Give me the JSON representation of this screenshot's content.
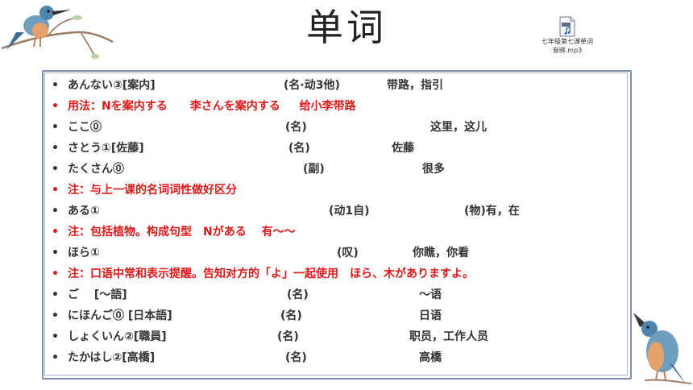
{
  "title": "单词",
  "audio_file": {
    "icon": "mp3-file-icon",
    "line1": "七年级第七课单词",
    "line2": "音频.mp3"
  },
  "bullet": "•",
  "rows": [
    {
      "kind": "word",
      "c1": "あんない③[案内]",
      "c2": "(名·动3他)",
      "c3": "带路，指引"
    },
    {
      "kind": "note",
      "text": "用法：Nを案内する　　李さんを案内する　  给小李带路"
    },
    {
      "kind": "word",
      "c1": "ここ⓪",
      "c2": "(名)",
      "c3": "这里，这儿"
    },
    {
      "kind": "word",
      "c1": "さとう①[佐藤]",
      "c2": "(名)",
      "c3": "佐藤"
    },
    {
      "kind": "word",
      "c1": "たくさん⓪",
      "c2": "(副)",
      "c3": "很多"
    },
    {
      "kind": "note",
      "text": "注：与上一课的名词词性做好区分"
    },
    {
      "kind": "word",
      "c1": "ある①",
      "c2": "(动1自)",
      "c3": "(物)有，在"
    },
    {
      "kind": "note",
      "text": "注：包括植物。构成句型　Nがある　 有～～"
    },
    {
      "kind": "word",
      "c1": "ほら①",
      "c2": "(叹)",
      "c3": "你瞧，你看"
    },
    {
      "kind": "note",
      "text": "注：口语中常和表示提醒。告知对方的「よ」一起使用　ほら、木がありますよ。"
    },
    {
      "kind": "word",
      "c1": "ご　 [～語]",
      "c2": "(名)",
      "c3": "～语"
    },
    {
      "kind": "word",
      "c1": "にほんご⓪ [日本語]",
      "c2": "(名)",
      "c3": "日语"
    },
    {
      "kind": "word",
      "c1": "しょくいん②[職員]",
      "c2": "(名)",
      "c3": "职员，工作人员"
    },
    {
      "kind": "word",
      "c1": "たかはし②[高橋]",
      "c2": "(名)",
      "c3": "高橋"
    }
  ],
  "colors": {
    "note": "#e01818",
    "text": "#333333",
    "frame": "#7a8fb0"
  },
  "decorations": [
    "kingfisher-on-branch-illustration",
    "kingfisher-illustration"
  ]
}
